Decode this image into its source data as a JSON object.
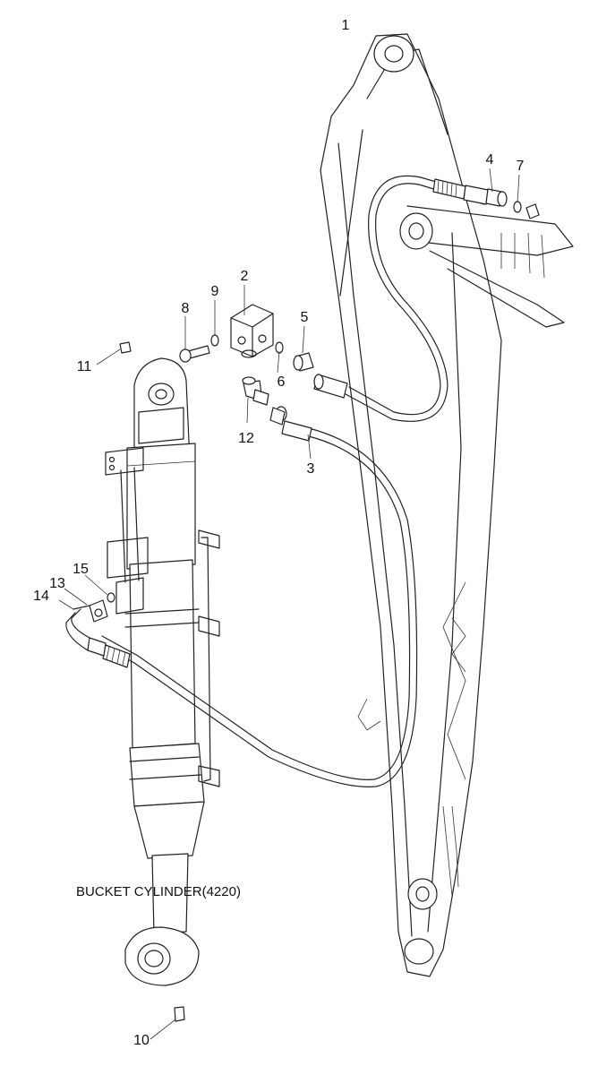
{
  "callouts": [
    "1",
    "2",
    "3",
    "4",
    "5",
    "6",
    "7",
    "8",
    "9",
    "10",
    "11",
    "12",
    "13",
    "14",
    "15"
  ],
  "caption": "BUCKET CYLINDER(4220)"
}
